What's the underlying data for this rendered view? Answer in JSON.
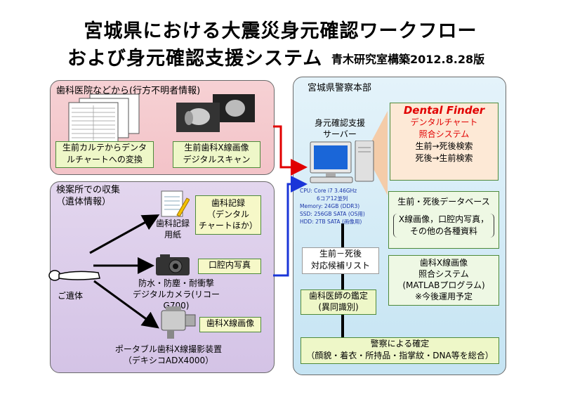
{
  "title_line1": "宮城県における大震災身元確認ワークフロー",
  "title_line2": "および身元確認支援システム",
  "title_sub": "青木研究室構築2012.8.28版",
  "clinic": {
    "title": "歯科医院などから(行方不明者情報)",
    "box1_l1": "生前カルテからデンタ",
    "box1_l2": "ルチャートへの変換",
    "box2_l1": "生前歯科X線画像",
    "box2_l2": "デジタルスキャン"
  },
  "exam": {
    "title_l1": "検案所での収集",
    "title_l2": "（遺体情報）",
    "body_label": "ご遺体",
    "form_l1": "歯科記録",
    "form_l2": "用紙",
    "rec_l1": "歯科記録",
    "rec_l2": "（デンタル",
    "rec_l3": "チャートほか）",
    "camera_l1": "防水・防塵・耐衝撃",
    "camera_l2": "デジタルカメラ(リコーG700)",
    "oral": "口腔内写真",
    "xray_label": "歯科X線画像",
    "device_l1": "ポータブル歯科X線撮影装置",
    "device_l2": "（デキシコADX4000）"
  },
  "police": {
    "title": "宮城県警察本部",
    "server_l1": "身元確認支援",
    "server_l2": "サーバー",
    "spec": [
      "CPU: Core i7 3.46GHz",
      "6コア12並列",
      "Memory: 24GB (DDR3)",
      "SSD: 256GB SATA (OS用)",
      "HDD: 2TB SATA (画像用)"
    ],
    "df_title": "Dental Finder",
    "df_l1": "デンタルチャート",
    "df_l2": "照合システム",
    "df_l3": "生前→死後検索",
    "df_l4": "死後→生前検索",
    "db_title": "生前・死後データベース",
    "db_l1": "X線画像，口腔内写真，",
    "db_l2": "その他の各種資料",
    "xm_l1": "歯科X線画像",
    "xm_l2": "照合システム",
    "xm_l3": "(MATLABプログラム)",
    "xm_l4": "※今後運用予定",
    "cand_l1": "生前－死後",
    "cand_l2": "対応候補リスト",
    "dentist_l1": "歯科医師の鑑定",
    "dentist_l2": "(異同識別)",
    "police_l1": "警察による確定",
    "police_l2": "（顔貌・着衣・所持品・指掌紋・DNA等を総合）"
  },
  "colors": {
    "clinic_bg": "#f3c3c8",
    "exam_bg": "#d4c3e6",
    "police_bg": "#c5e4f3",
    "dental_finder_red": "#e10000",
    "arrow_red": "#e10000",
    "arrow_blue": "#1a35d8",
    "green_border": "#4e8a3a"
  }
}
